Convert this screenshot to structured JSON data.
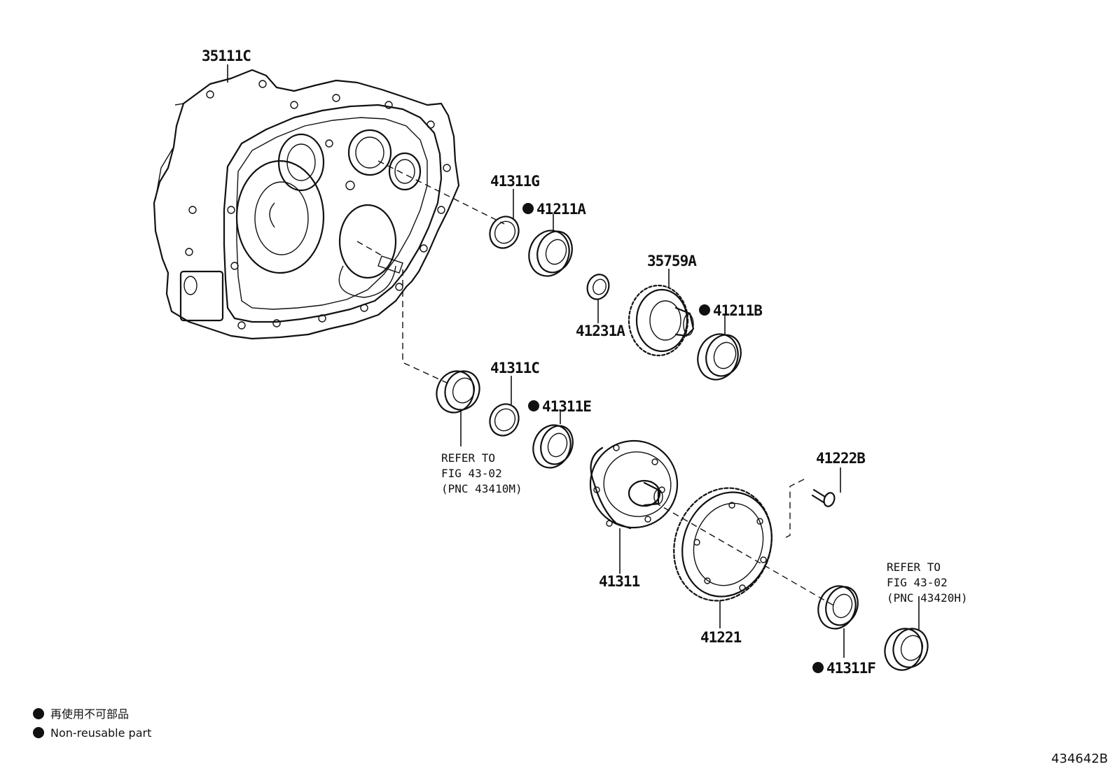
{
  "parts": [
    {
      "id": "p-35111C",
      "label": "35111C",
      "nonreusable": false
    },
    {
      "id": "p-41311G",
      "label": "41311G",
      "nonreusable": false
    },
    {
      "id": "p-41211A",
      "label": "41211A",
      "nonreusable": true
    },
    {
      "id": "p-35759A",
      "label": "35759A",
      "nonreusable": false
    },
    {
      "id": "p-41231A",
      "label": "41231A",
      "nonreusable": false
    },
    {
      "id": "p-41211B",
      "label": "41211B",
      "nonreusable": true
    },
    {
      "id": "p-41311C",
      "label": "41311C",
      "nonreusable": false
    },
    {
      "id": "p-41311E",
      "label": "41311E",
      "nonreusable": true
    },
    {
      "id": "p-41222B",
      "label": "41222B",
      "nonreusable": false
    },
    {
      "id": "p-41311",
      "label": "41311",
      "nonreusable": false
    },
    {
      "id": "p-41221",
      "label": "41221",
      "nonreusable": false
    },
    {
      "id": "p-41311F",
      "label": "41311F",
      "nonreusable": true
    }
  ],
  "refs": [
    {
      "line1": "REFER TO",
      "line2": "FIG 43-02",
      "line3": "(PNC 43410M)"
    },
    {
      "line1": "REFER TO",
      "line2": "FIG 43-02",
      "line3": "(PNC 43420H)"
    }
  ],
  "legend": {
    "line_ja": "再使用不可部品",
    "line_en": "Non-reusable part"
  },
  "figure_number": "434642B"
}
